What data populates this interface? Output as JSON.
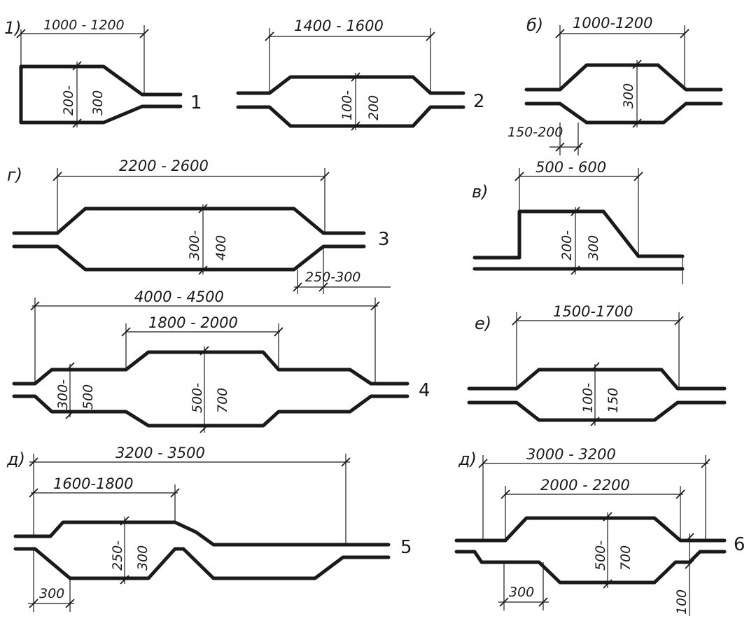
{
  "tags": {
    "a": "1)",
    "b": "б)",
    "g": "г)",
    "v": "в)",
    "e": "е)",
    "d1": "д)",
    "d2": "д)"
  },
  "numbers": {
    "n1": "1",
    "n2": "2",
    "n3": "3",
    "n4": "4",
    "n5": "5",
    "n6": "6"
  },
  "dims": {
    "f1_len": "1000 - 1200",
    "f1_h_a": "200-",
    "f1_h_b": "300",
    "f2_len": "1400 - 1600",
    "f2_h_a": "100-",
    "f2_h_b": "200",
    "fb_len": "1000-1200",
    "fb_h": "300",
    "fb_step": "150-200",
    "f3_len": "2200 - 2600",
    "f3_h_a": "300-",
    "f3_h_b": "400",
    "f3_taper": "250-300",
    "fv_len": "500 - 600",
    "fv_h_a": "200-",
    "fv_h_b": "300",
    "f4_len": "4000 - 4500",
    "f4_inner": "1800 - 2000",
    "f4_small_a": "300-",
    "f4_small_b": "500",
    "f4_h_a": "500-",
    "f4_h_b": "700",
    "fe_len": "1500-1700",
    "fe_h_a": "100-",
    "fe_h_b": "150",
    "f5_len": "3200 - 3500",
    "f5_inner": "1600-1800",
    "f5_h_a": "250-",
    "f5_h_b": "300",
    "f5_step": "300",
    "f6_len": "3000 - 3200",
    "f6_inner": "2000 - 2200",
    "f6_h_a": "500-",
    "f6_h_b": "700",
    "f6_step": "300",
    "f6_side": "100"
  }
}
